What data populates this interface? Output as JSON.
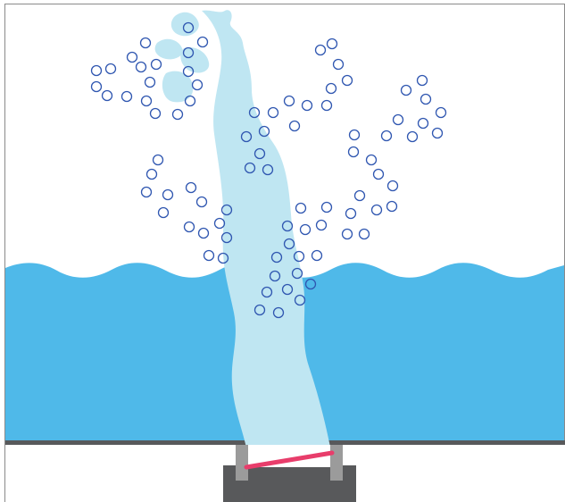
{
  "diagram": {
    "labels": [],
    "colors": {
      "background": "#ffffff",
      "frame": "#8a8a8a",
      "water": "#4fb9e9",
      "plume": "#bfe6f2",
      "bubble_stroke": "#2f56b0",
      "base": "#58595b",
      "pipe_sides": "#9b9b9b",
      "valve_bar": "#e83d6b"
    },
    "icons": [
      "wave-surface",
      "water-plume",
      "bubbles",
      "pipe-outlet",
      "valve-bar"
    ]
  }
}
